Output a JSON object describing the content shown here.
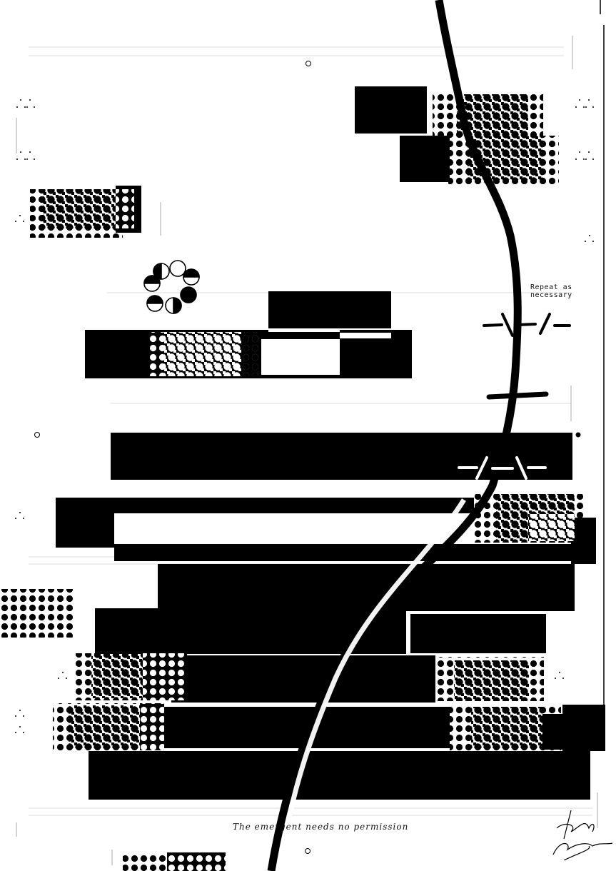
{
  "poster": {
    "caption_top_right": "Repeat as necessary",
    "caption_bottom": "The emergent needs no permission",
    "signature": "signature",
    "colors": {
      "background": "#ffffff",
      "ink": "#000000",
      "hairline": "#d9d9d9"
    }
  }
}
